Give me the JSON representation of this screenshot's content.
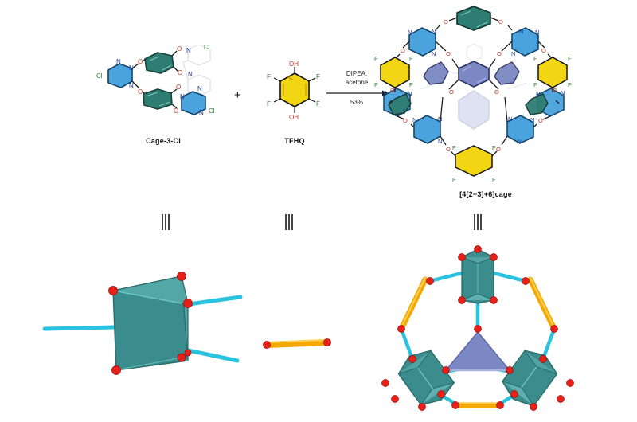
{
  "figure": {
    "type": "reaction-scheme",
    "background": "#ffffff"
  },
  "scheme": {
    "reactant1": {
      "label": "Cage-3-Cl",
      "atom_labels": [
        "Cl",
        "Cl",
        "Cl",
        "O",
        "O",
        "O",
        "O",
        "O",
        "O",
        "N",
        "N",
        "N",
        "N",
        "N",
        "N"
      ],
      "ring_colors": {
        "triazine": "#4ba3dd",
        "arene": "#2e7d72"
      }
    },
    "plus_sign": "+",
    "reactant2": {
      "label": "TFHQ",
      "atom_labels": [
        "OH",
        "OH",
        "F",
        "F",
        "F",
        "F"
      ],
      "ring_color": "#f2d513"
    },
    "arrow": {
      "reagents_line1": "DIPEA,",
      "reagents_line2": "acetone",
      "yield": "53%"
    },
    "product": {
      "label": "[4[2+3]+6]cage",
      "atom_labels": [
        "O",
        "N",
        "F"
      ],
      "ring_colors": {
        "triazine": "#4ba3dd",
        "arene_teal": "#2e7d72",
        "arene_yellow": "#f2d513",
        "arene_purple": "#7b88c4",
        "background_ghost": "#c9cde6"
      }
    }
  },
  "equivalence": {
    "symbol": "identical-to",
    "glyph": "≡",
    "count": 3
  },
  "schematic": {
    "node1": {
      "name": "trigonal-prism",
      "face_color": "#3b8c8c",
      "vertex_color": "#e8201a",
      "rod_color": "#29c3e0"
    },
    "node2": {
      "name": "linear-linker-rod",
      "rod_color": "#f5a800",
      "vertex_color": "#e8201a"
    },
    "node3": {
      "name": "assembled-cage-schematic",
      "triangle_color": "#7b88c4",
      "prism_color": "#3b8c8c",
      "cyan_rod_color": "#29c3e0",
      "yellow_rod_color": "#f5a800",
      "vertex_color": "#e8201a",
      "prism_count": 3,
      "triangle_count": 1
    }
  }
}
